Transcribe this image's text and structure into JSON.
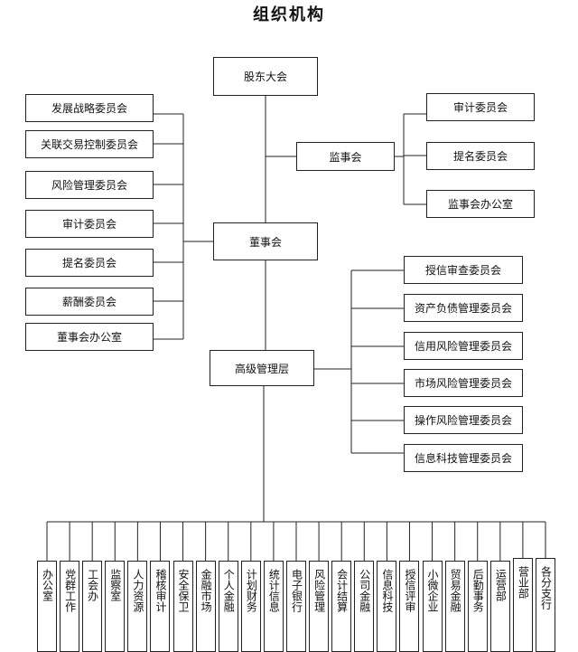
{
  "title": "组织机构",
  "top": {
    "shareholders": "股东大会",
    "supervisory_board": "监事会",
    "board": "董事会",
    "senior_mgmt": "高级管理层"
  },
  "board_committees": [
    "发展战略委员会",
    "关联交易控制委员会",
    "风险管理委员会",
    "审计委员会",
    "提名委员会",
    "薪酬委员会",
    "董事会办公室"
  ],
  "supervisory_committees": [
    "审计委员会",
    "提名委员会",
    "监事会办公室"
  ],
  "mgmt_committees": [
    "授信审查委员会",
    "资产负债管理委员会",
    "信用风险管理委员会",
    "市场风险管理委员会",
    "操作风险管理委员会",
    "信息科技管理委员会"
  ],
  "departments": [
    "办公室",
    "党群工作",
    "工会办",
    "监察室",
    "人力资源",
    "稽核审计",
    "安全保卫",
    "金融市场",
    "个人金融",
    "计划财务",
    "统计信息",
    "电子银行",
    "风险管理",
    "会计结算",
    "公司金融",
    "信息科技",
    "授信评审",
    "小微企业",
    "贸易金融",
    "后勤事务",
    "运营部",
    "营业部",
    "各分支行"
  ]
}
